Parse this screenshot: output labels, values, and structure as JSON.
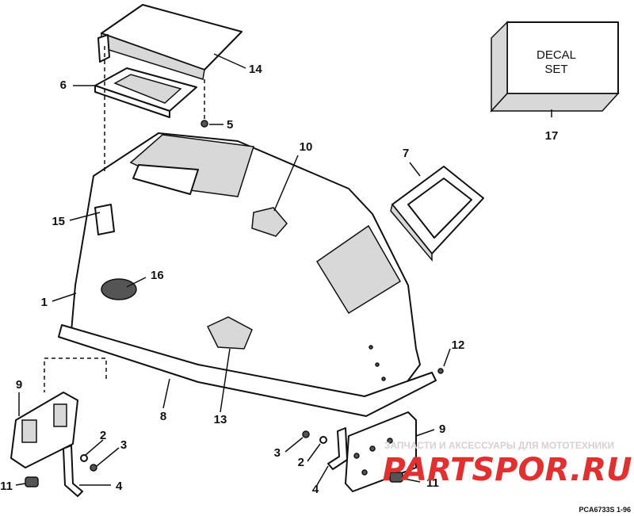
{
  "decal": {
    "line1": "DECAL",
    "line2": "SET"
  },
  "callouts": {
    "c1": "1",
    "c2a": "2",
    "c2b": "2",
    "c3a": "3",
    "c3b": "3",
    "c4a": "4",
    "c4b": "4",
    "c5": "5",
    "c6": "6",
    "c7": "7",
    "c8": "8",
    "c9a": "9",
    "c9b": "9",
    "c10": "10",
    "c11a": "11",
    "c11b": "11",
    "c12": "12",
    "c13": "13",
    "c14": "14",
    "c15": "15",
    "c16": "16",
    "c17": "17"
  },
  "watermark": {
    "text": "ЗАПЧАСТИ И АКСЕССУАРЫ ДЛЯ МОТОТЕХНИКИ",
    "logo": "PARTSPOR.RU",
    "logo_color": "#e03030"
  },
  "part_code": "PCA6733S   1-96"
}
